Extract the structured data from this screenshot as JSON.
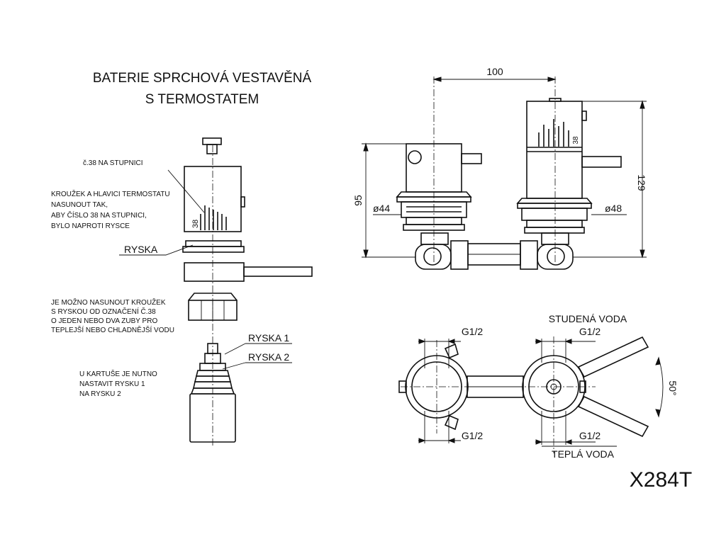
{
  "title_line1": "BATERIE SPRCHOVÁ VESTAVĚNÁ",
  "title_line2": "S TERMOSTATEM",
  "notes": {
    "scale_mark": "č.38 NA STUPNICI",
    "ring_instructions": [
      "KROUŽEK A HLAVICI TERMOSTATU",
      "NASUNOUT TAK,",
      "ABY ČÍSLO 38 NA STUPNICI,",
      "BYLO NAPROTI RYSCE"
    ],
    "ryska": "RYSKA",
    "shift_instructions": [
      "JE MOŽNO NASUNOUT KROUŽEK",
      "S RYSKOU OD OZNAČENÍ Č.38",
      "O JEDEN NEBO DVA ZUBY PRO",
      "TEPLEJŠÍ NEBO CHLADNĚJŠÍ VODU"
    ],
    "ryska1": "RYSKA 1",
    "ryska2": "RYSKA 2",
    "cartridge_instructions": [
      "U KARTUŠE JE NUTNO",
      "NASTAVIT RYSKU 1",
      "NA RYSKU 2"
    ],
    "scale_number": "38"
  },
  "dimensions": {
    "width_100": "100",
    "height_95": "95",
    "height_129": "129",
    "dia_44": "ø44",
    "dia_48": "ø48",
    "thread_tl": "G1/2",
    "thread_tr": "G1/2",
    "thread_bl": "G1/2",
    "thread_br": "G1/2",
    "angle": "50°"
  },
  "labels": {
    "cold_water": "STUDENÁ VODA",
    "warm_water": "TEPLÁ VODA",
    "model": "X284T"
  }
}
